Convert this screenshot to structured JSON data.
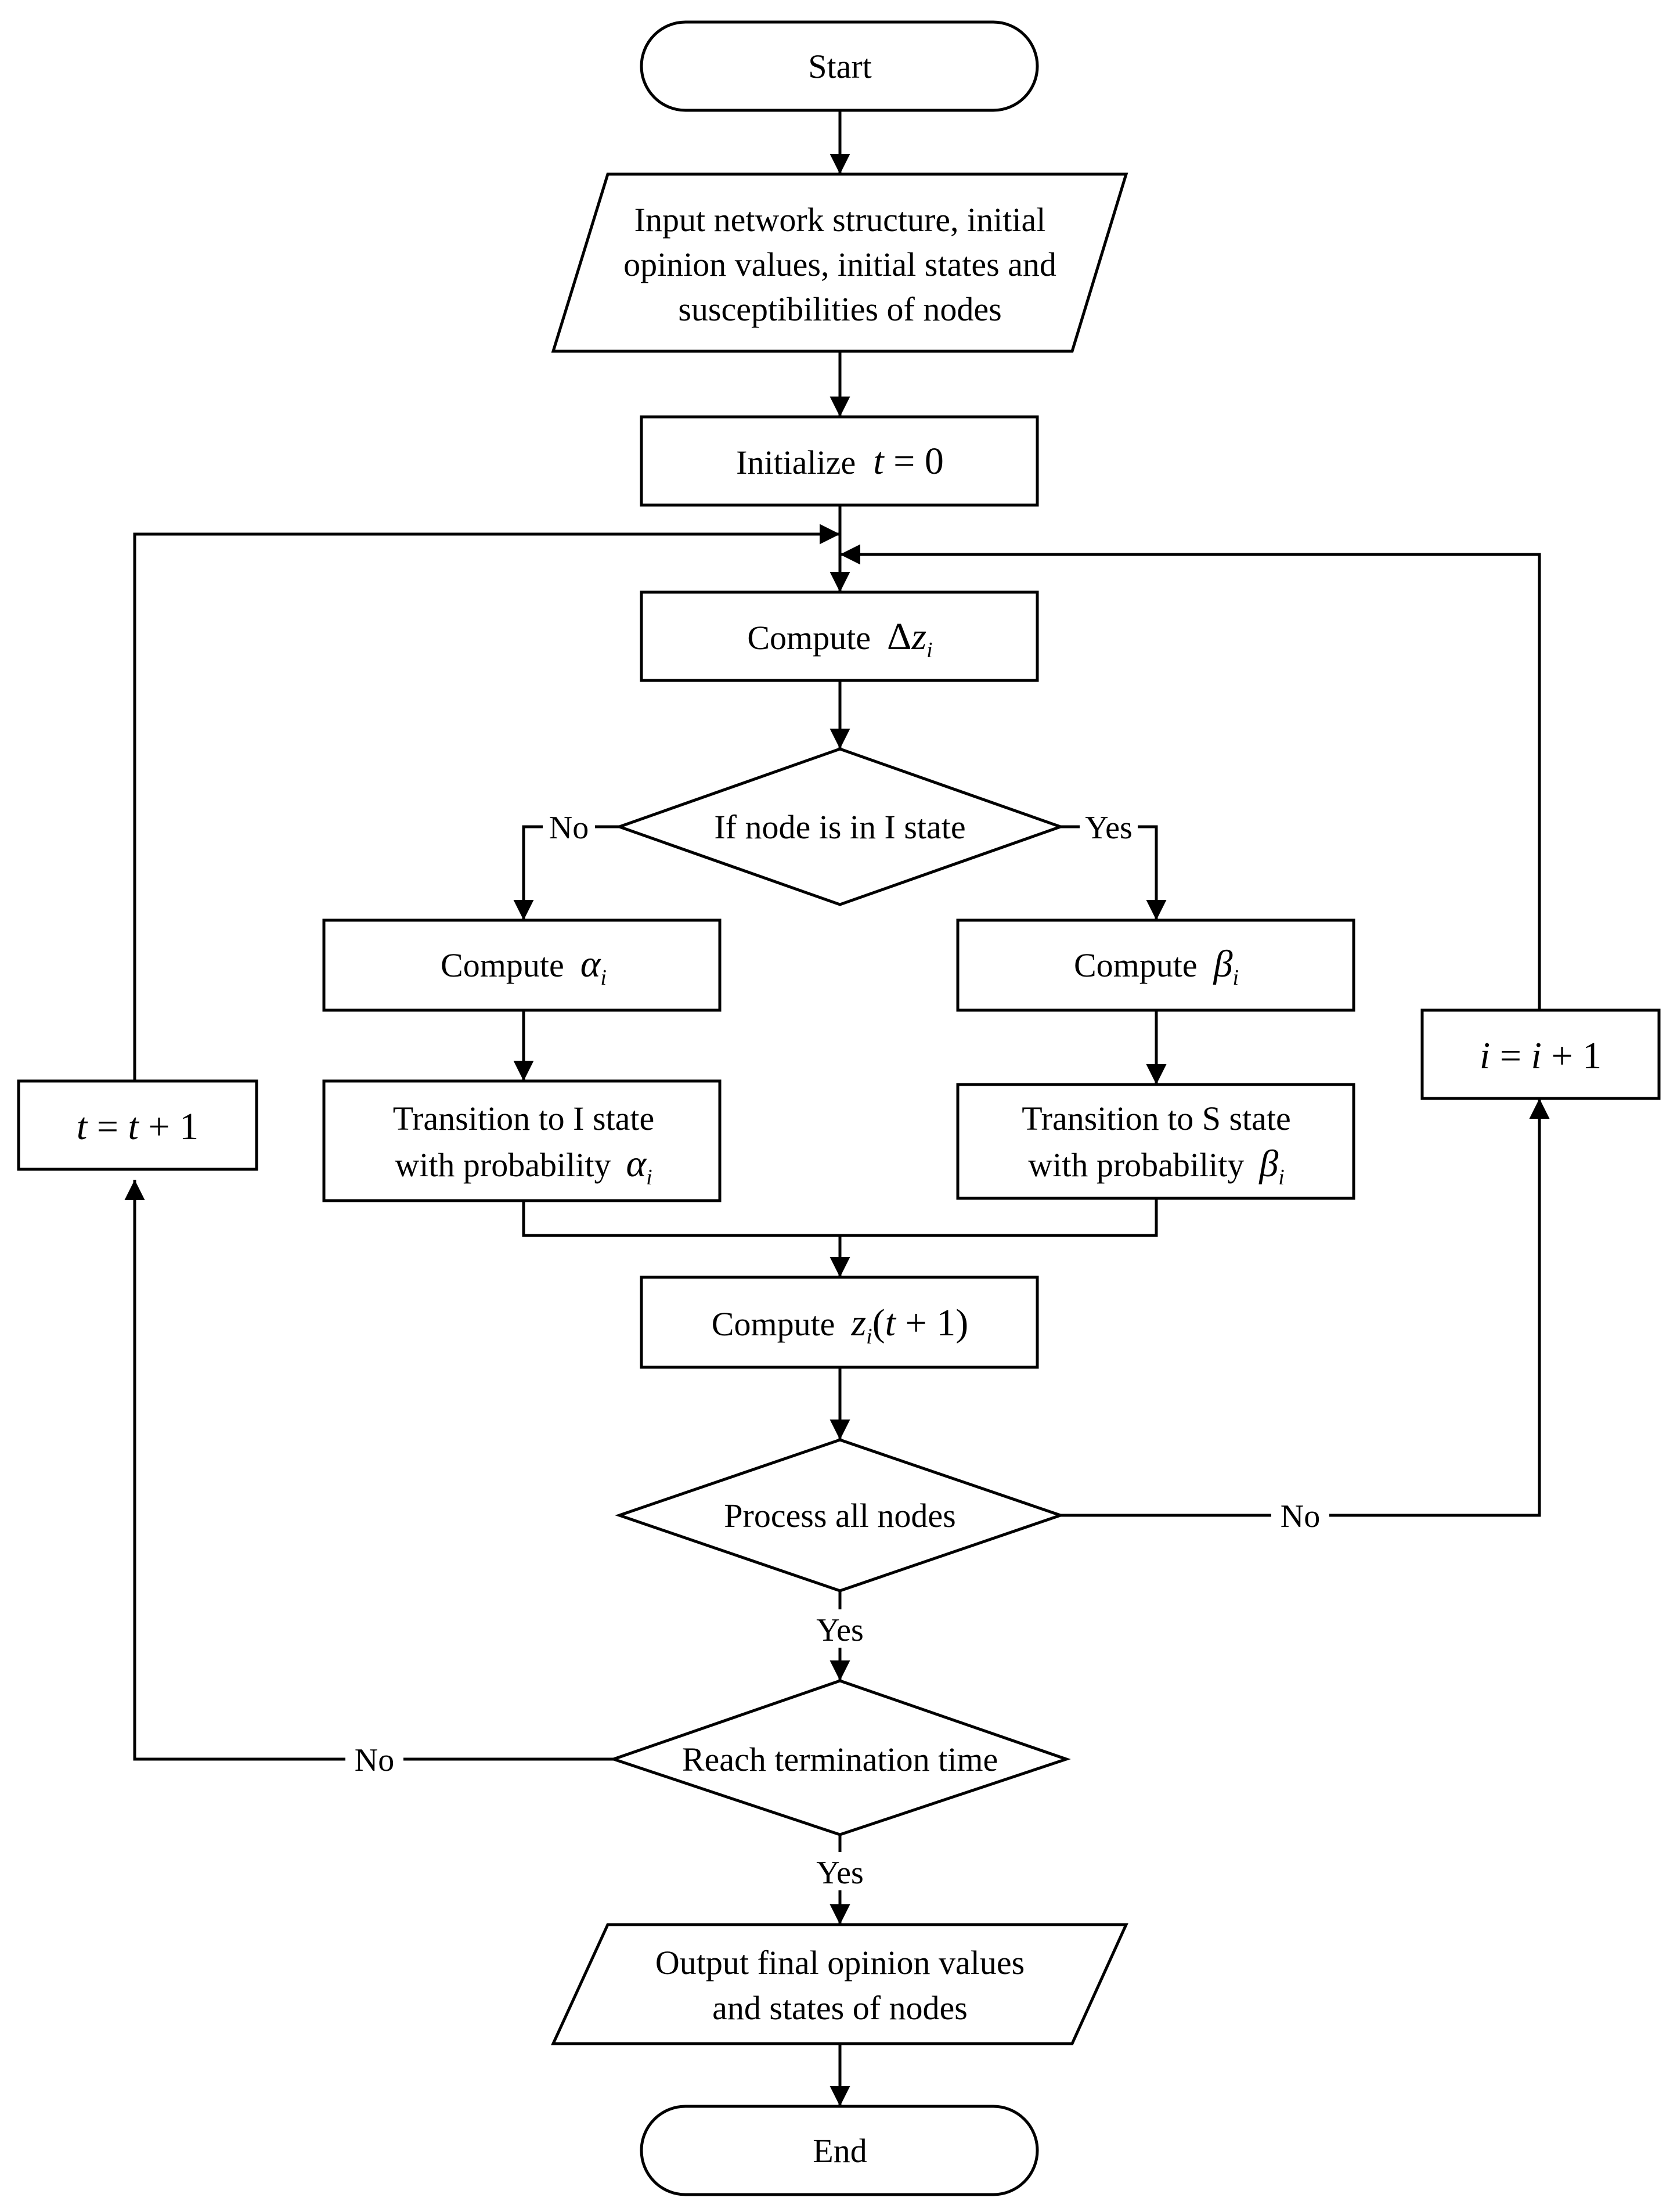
{
  "nodes": {
    "start": "Start",
    "input": [
      "Input network structure, initial",
      "opinion values, initial states and",
      "susceptibilities of nodes"
    ],
    "init_label": "Initialize",
    "init_math": [
      "t",
      " = 0"
    ],
    "compute_label": "Compute",
    "delta_z": [
      "Δ",
      "z",
      "i"
    ],
    "decision_state": "If node is in I state",
    "alpha": [
      "α",
      "i"
    ],
    "beta": [
      "β",
      "i"
    ],
    "trans_i": [
      "Transition to I state",
      "with probability"
    ],
    "trans_s": [
      "Transition to S state",
      "with probability"
    ],
    "z_next": [
      "z",
      "i",
      "(",
      "t",
      " + 1)"
    ],
    "decision_all": "Process all nodes",
    "decision_term": "Reach termination time",
    "output": [
      "Output final opinion values",
      "and states of nodes"
    ],
    "end": "End",
    "t_inc": [
      "t",
      " = ",
      "t",
      " + 1"
    ],
    "i_inc": [
      "i",
      " = ",
      "i",
      " + 1"
    ]
  },
  "edge_labels": {
    "no": "No",
    "yes": "Yes"
  }
}
